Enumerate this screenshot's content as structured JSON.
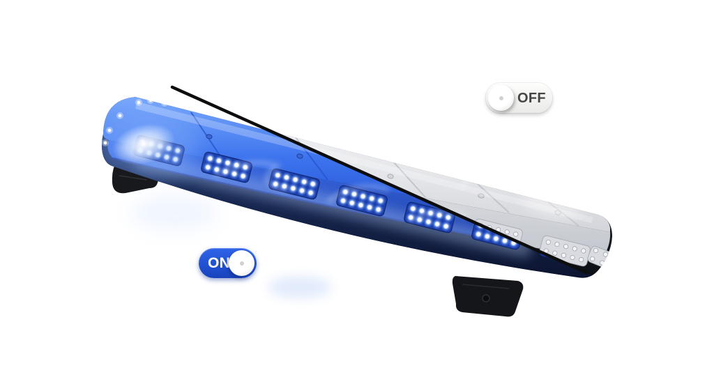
{
  "image": {
    "subject": "LED lightbar shown half illuminated and half switched off",
    "left_half": "blue illuminated",
    "right_half": "clear off",
    "divider": "diagonal black line separating ON and OFF halves"
  },
  "toggles": {
    "on": {
      "label": "ON",
      "state": "on",
      "knob_position": "right",
      "track_color": "#2156d9",
      "label_color": "#ffffff"
    },
    "off": {
      "label": "OFF",
      "state": "off",
      "knob_position": "left",
      "track_color": "#f3f3f1",
      "label_color": "#454545"
    }
  },
  "colors": {
    "lit_blue": "#2e63e9",
    "lit_blue_deep": "#16349b",
    "unlit_gray": "#d9dbe0",
    "base_dark": "#11161d",
    "divider_line": "#0d0d0d",
    "background": "#ffffff"
  },
  "lightbar": {
    "led_module_count": 7,
    "mounting_feet_count": 2
  }
}
